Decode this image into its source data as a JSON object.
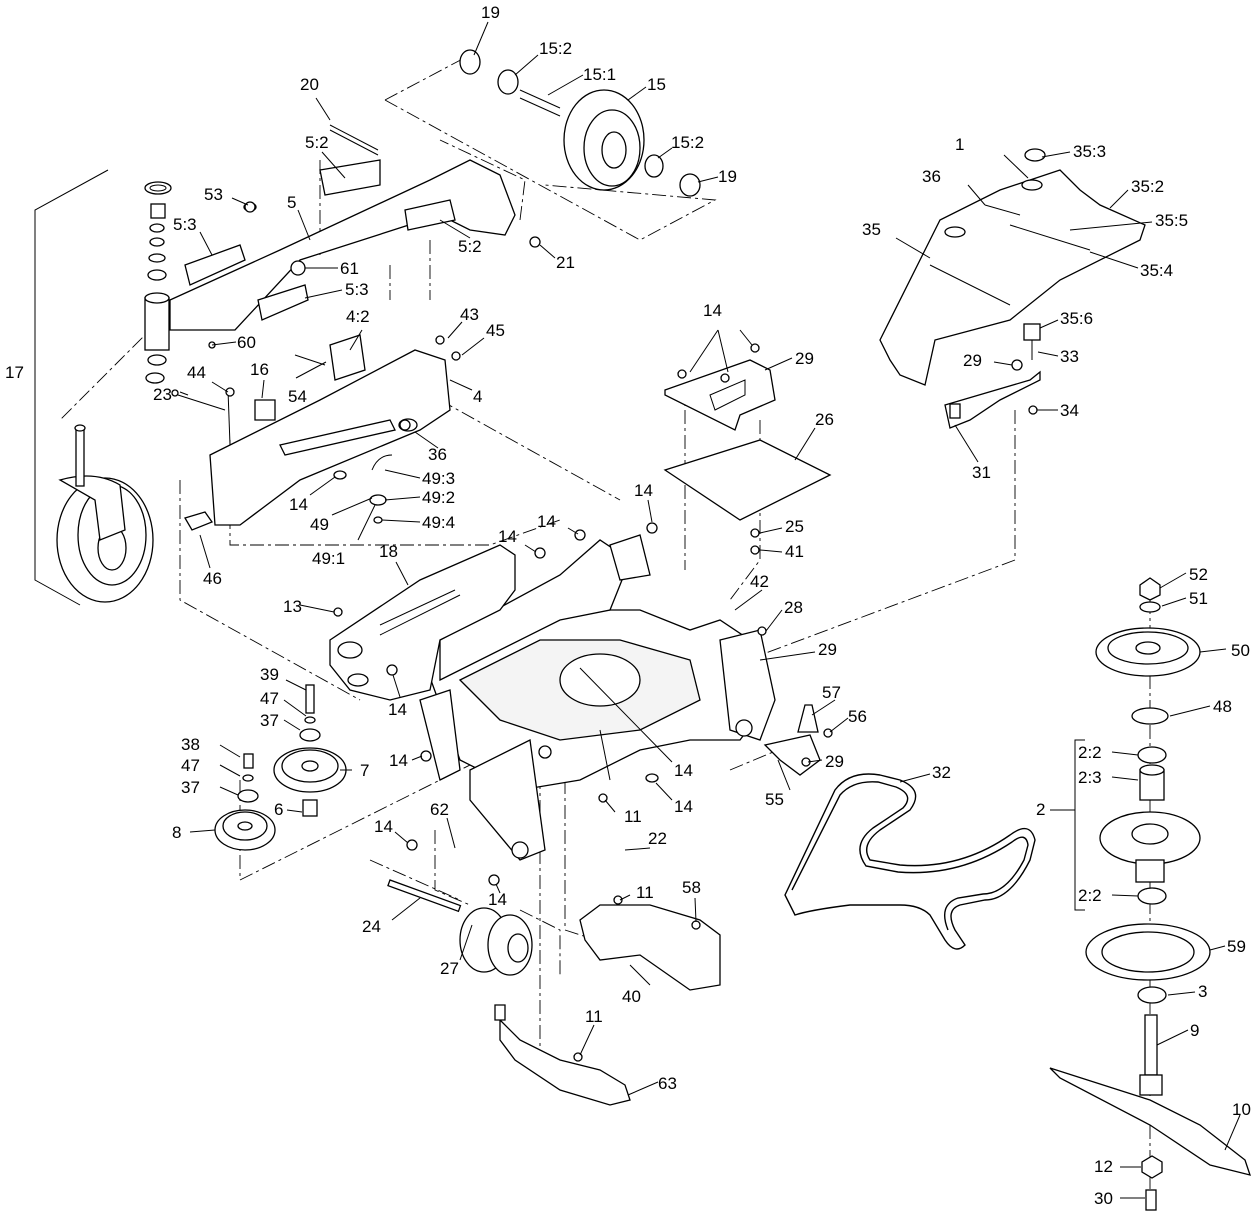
{
  "callouts": [
    "19",
    "15:2",
    "15:1",
    "15",
    "15:2",
    "19",
    "20",
    "5:2",
    "5",
    "53",
    "5:3",
    "61",
    "5:3",
    "5:2",
    "21",
    "4:2",
    "43",
    "45",
    "4",
    "60",
    "16",
    "44",
    "54",
    "23",
    "36",
    "49:3",
    "49:2",
    "49",
    "49:4",
    "49:1",
    "14",
    "46",
    "17",
    "18",
    "13",
    "14",
    "14",
    "14",
    "14",
    "14",
    "14",
    "14",
    "14",
    "14",
    "14",
    "29",
    "26",
    "25",
    "41",
    "42",
    "28",
    "29",
    "1",
    "35:3",
    "36",
    "35:2",
    "35",
    "35:5",
    "35:4",
    "35:6",
    "33",
    "34",
    "29",
    "31",
    "39",
    "47",
    "37",
    "38",
    "47",
    "37",
    "7",
    "6",
    "8",
    "62",
    "11",
    "22",
    "24",
    "27",
    "11",
    "58",
    "40",
    "11",
    "63",
    "57",
    "56",
    "29",
    "55",
    "32",
    "52",
    "51",
    "50",
    "48",
    "2:2",
    "2:3",
    "2",
    "2:2",
    "59",
    "3",
    "9",
    "10",
    "12",
    "30"
  ]
}
